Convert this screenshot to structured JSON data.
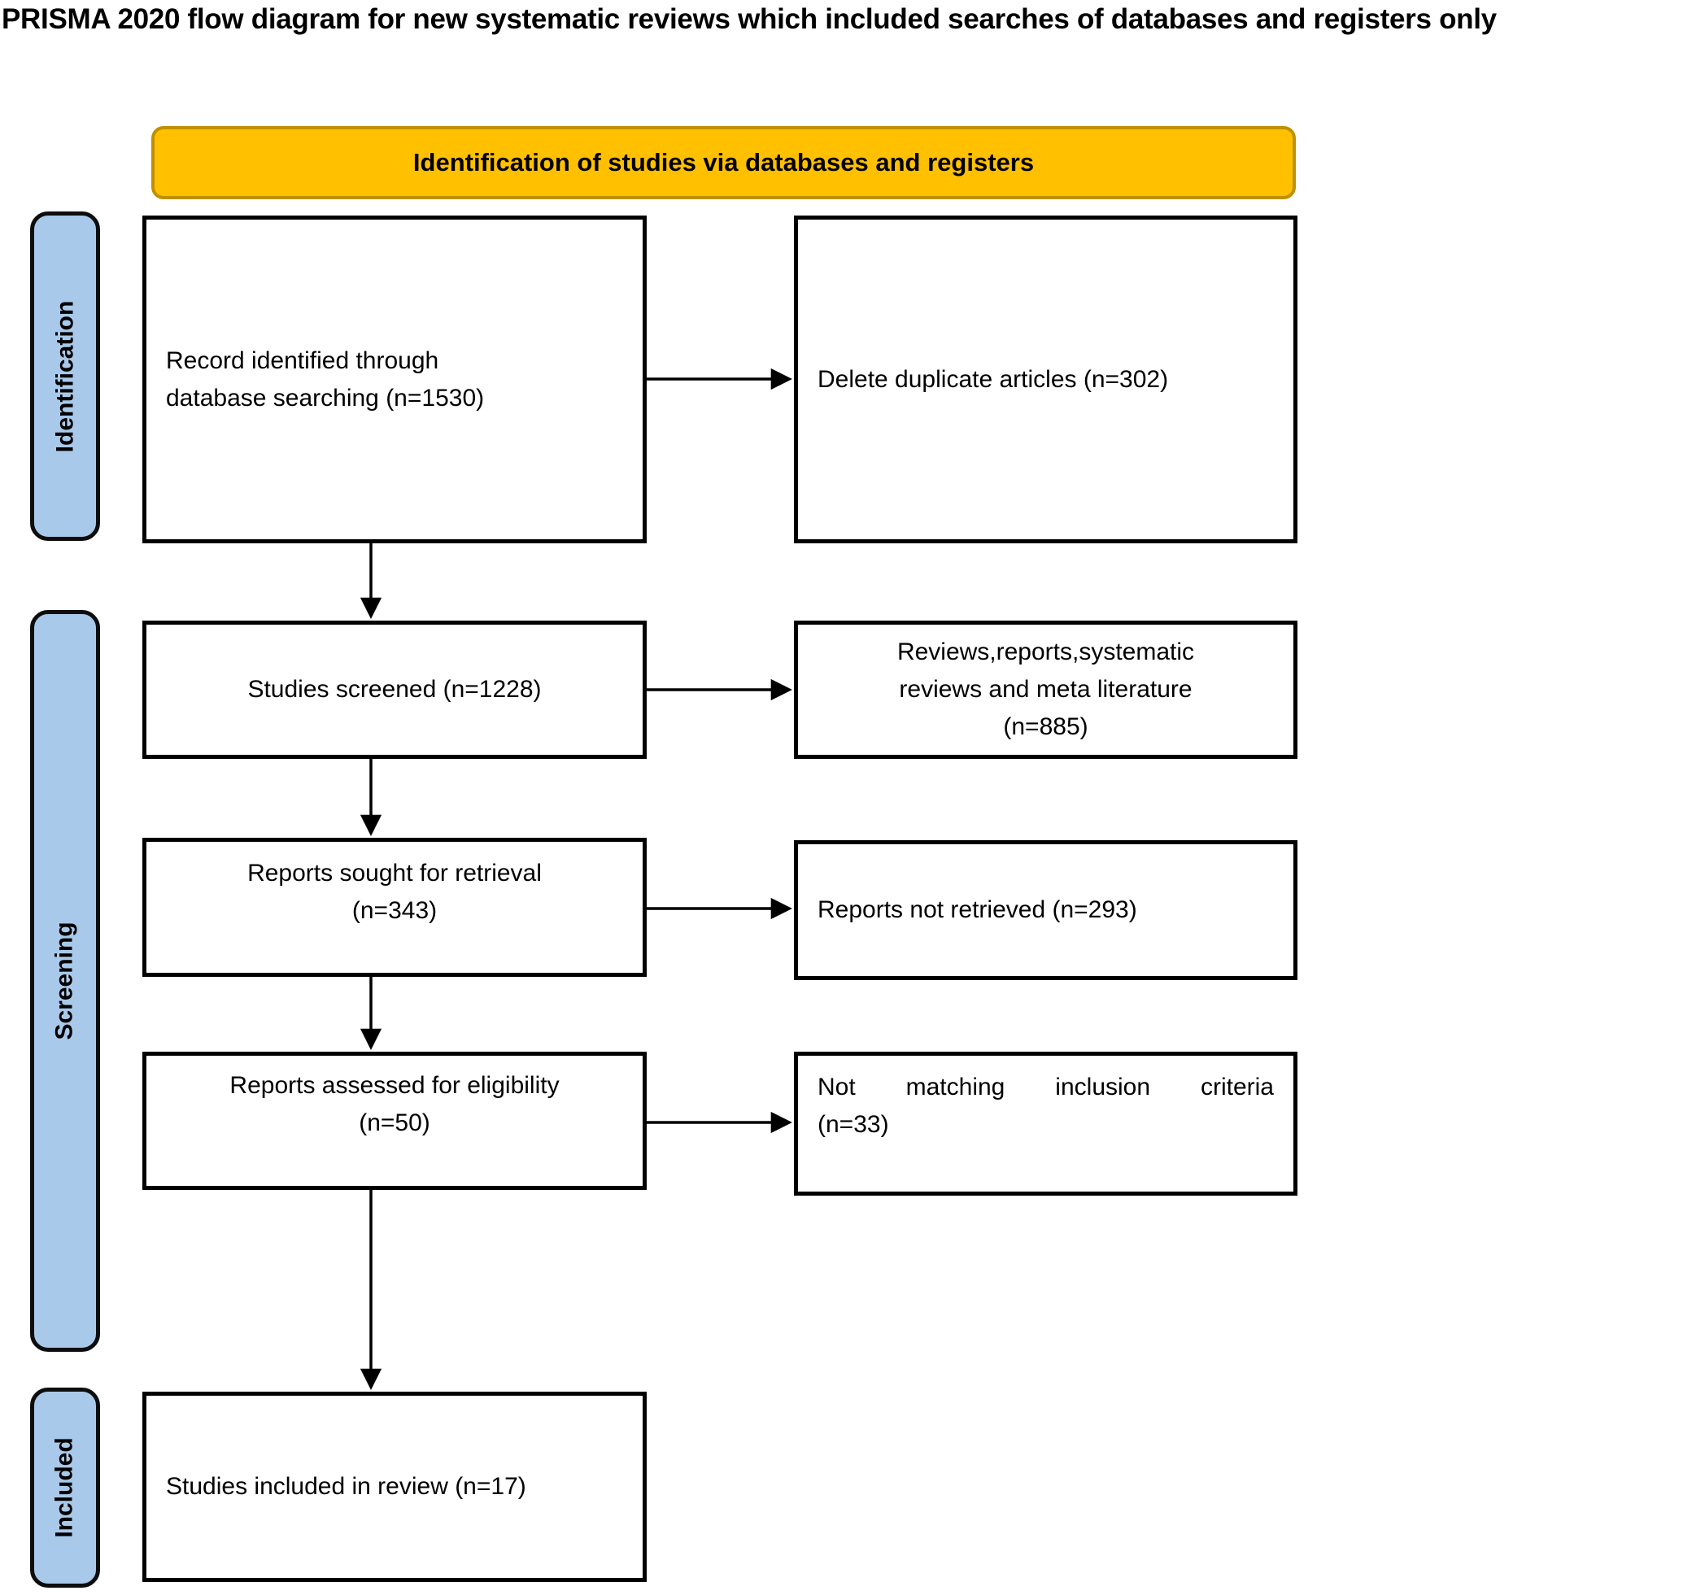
{
  "title": "PRISMA 2020 flow diagram for new systematic reviews which included searches of databases and registers only",
  "banner": {
    "label": "Identification of studies via databases and registers"
  },
  "stages": [
    {
      "id": "identification",
      "label": "Identification"
    },
    {
      "id": "screening",
      "label": "Screening"
    },
    {
      "id": "included",
      "label": "Included"
    }
  ],
  "boxes": {
    "records_identified": {
      "n": 1530,
      "lines": [
        "Record identified through",
        "database searching (n=1530)"
      ]
    },
    "duplicates_removed": {
      "n": 302,
      "lines": [
        "Delete duplicate articles (n=302)"
      ]
    },
    "studies_screened": {
      "n": 1228,
      "lines": [
        "Studies screened (n=1228)"
      ]
    },
    "reviews_reports_excluded": {
      "n": 885,
      "lines": [
        "Reviews,reports,systematic",
        "reviews and meta literature",
        "(n=885)"
      ]
    },
    "reports_sought": {
      "n": 343,
      "lines": [
        "Reports sought for retrieval",
        "(n=343)"
      ]
    },
    "reports_not_retrieved": {
      "n": 293,
      "lines": [
        "Reports not retrieved (n=293)"
      ]
    },
    "reports_assessed": {
      "n": 50,
      "lines": [
        "Reports assessed for eligibility",
        "(n=50)"
      ]
    },
    "not_matching_criteria": {
      "n": 33,
      "lines": [
        "Not matching inclusion criteria",
        "(n=33)"
      ]
    },
    "studies_included": {
      "n": 17,
      "lines": [
        "Studies included in review (n=17)"
      ]
    }
  },
  "colors": {
    "page_bg": "#FFFFFF",
    "banner_bg": "#FFC000",
    "banner_border": "#BF9000",
    "stage_bg": "#A9C9EA",
    "stage_border": "#0D0D0D",
    "box_bg": "#FFFFFF",
    "box_border": "#000000",
    "arrow": "#000000",
    "text": "#000000"
  }
}
